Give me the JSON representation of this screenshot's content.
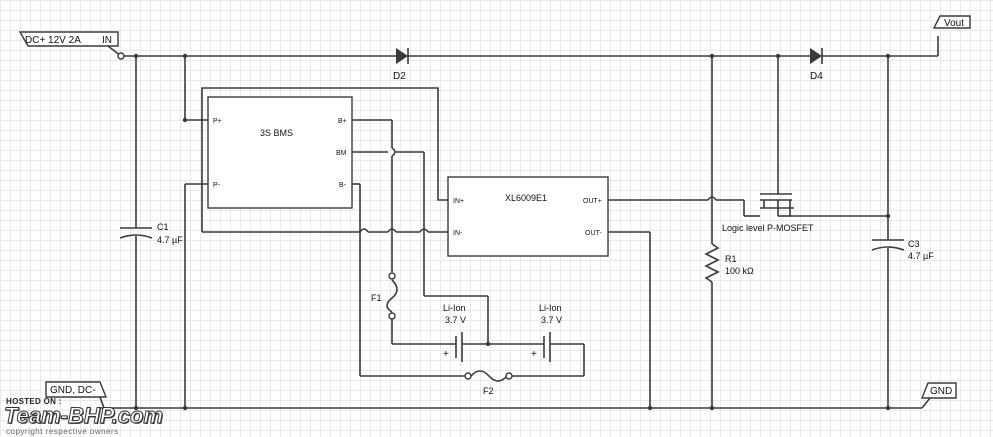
{
  "tags": {
    "dc_in": "DC+  12V 2A",
    "dc_in_suffix": "IN",
    "vout": "Vout",
    "gnd_left": "GND, DC-",
    "gnd_right": "GND"
  },
  "components": {
    "d2": "D2",
    "d4": "D4",
    "c1_name": "C1",
    "c1_value": "4.7 µF",
    "c3_name": "C3",
    "c3_value": "4.7 µF",
    "r1_name": "R1",
    "r1_value": "100 kΩ",
    "mosfet": "Logic level P-MOSFET",
    "f1": "F1",
    "f2": "F2",
    "cell1_name": "Li-Ion",
    "cell1_voltage": "3.7 V",
    "cell2_name": "Li-Ion",
    "cell2_voltage": "3.7 V",
    "cell_plus": "+"
  },
  "bms": {
    "title": "3S BMS",
    "p_plus": "P+",
    "p_minus": "P-",
    "b_plus": "B+",
    "bm": "BM",
    "b_minus": "B-"
  },
  "converter": {
    "title": "XL6009E1",
    "in_plus": "IN+",
    "in_minus": "IN-",
    "out_plus": "OUT+",
    "out_minus": "OUT-"
  },
  "watermark": {
    "hosted": "HOSTED ON :",
    "brand": "Team-BHP.com",
    "copyright": "copyright respective owners"
  }
}
